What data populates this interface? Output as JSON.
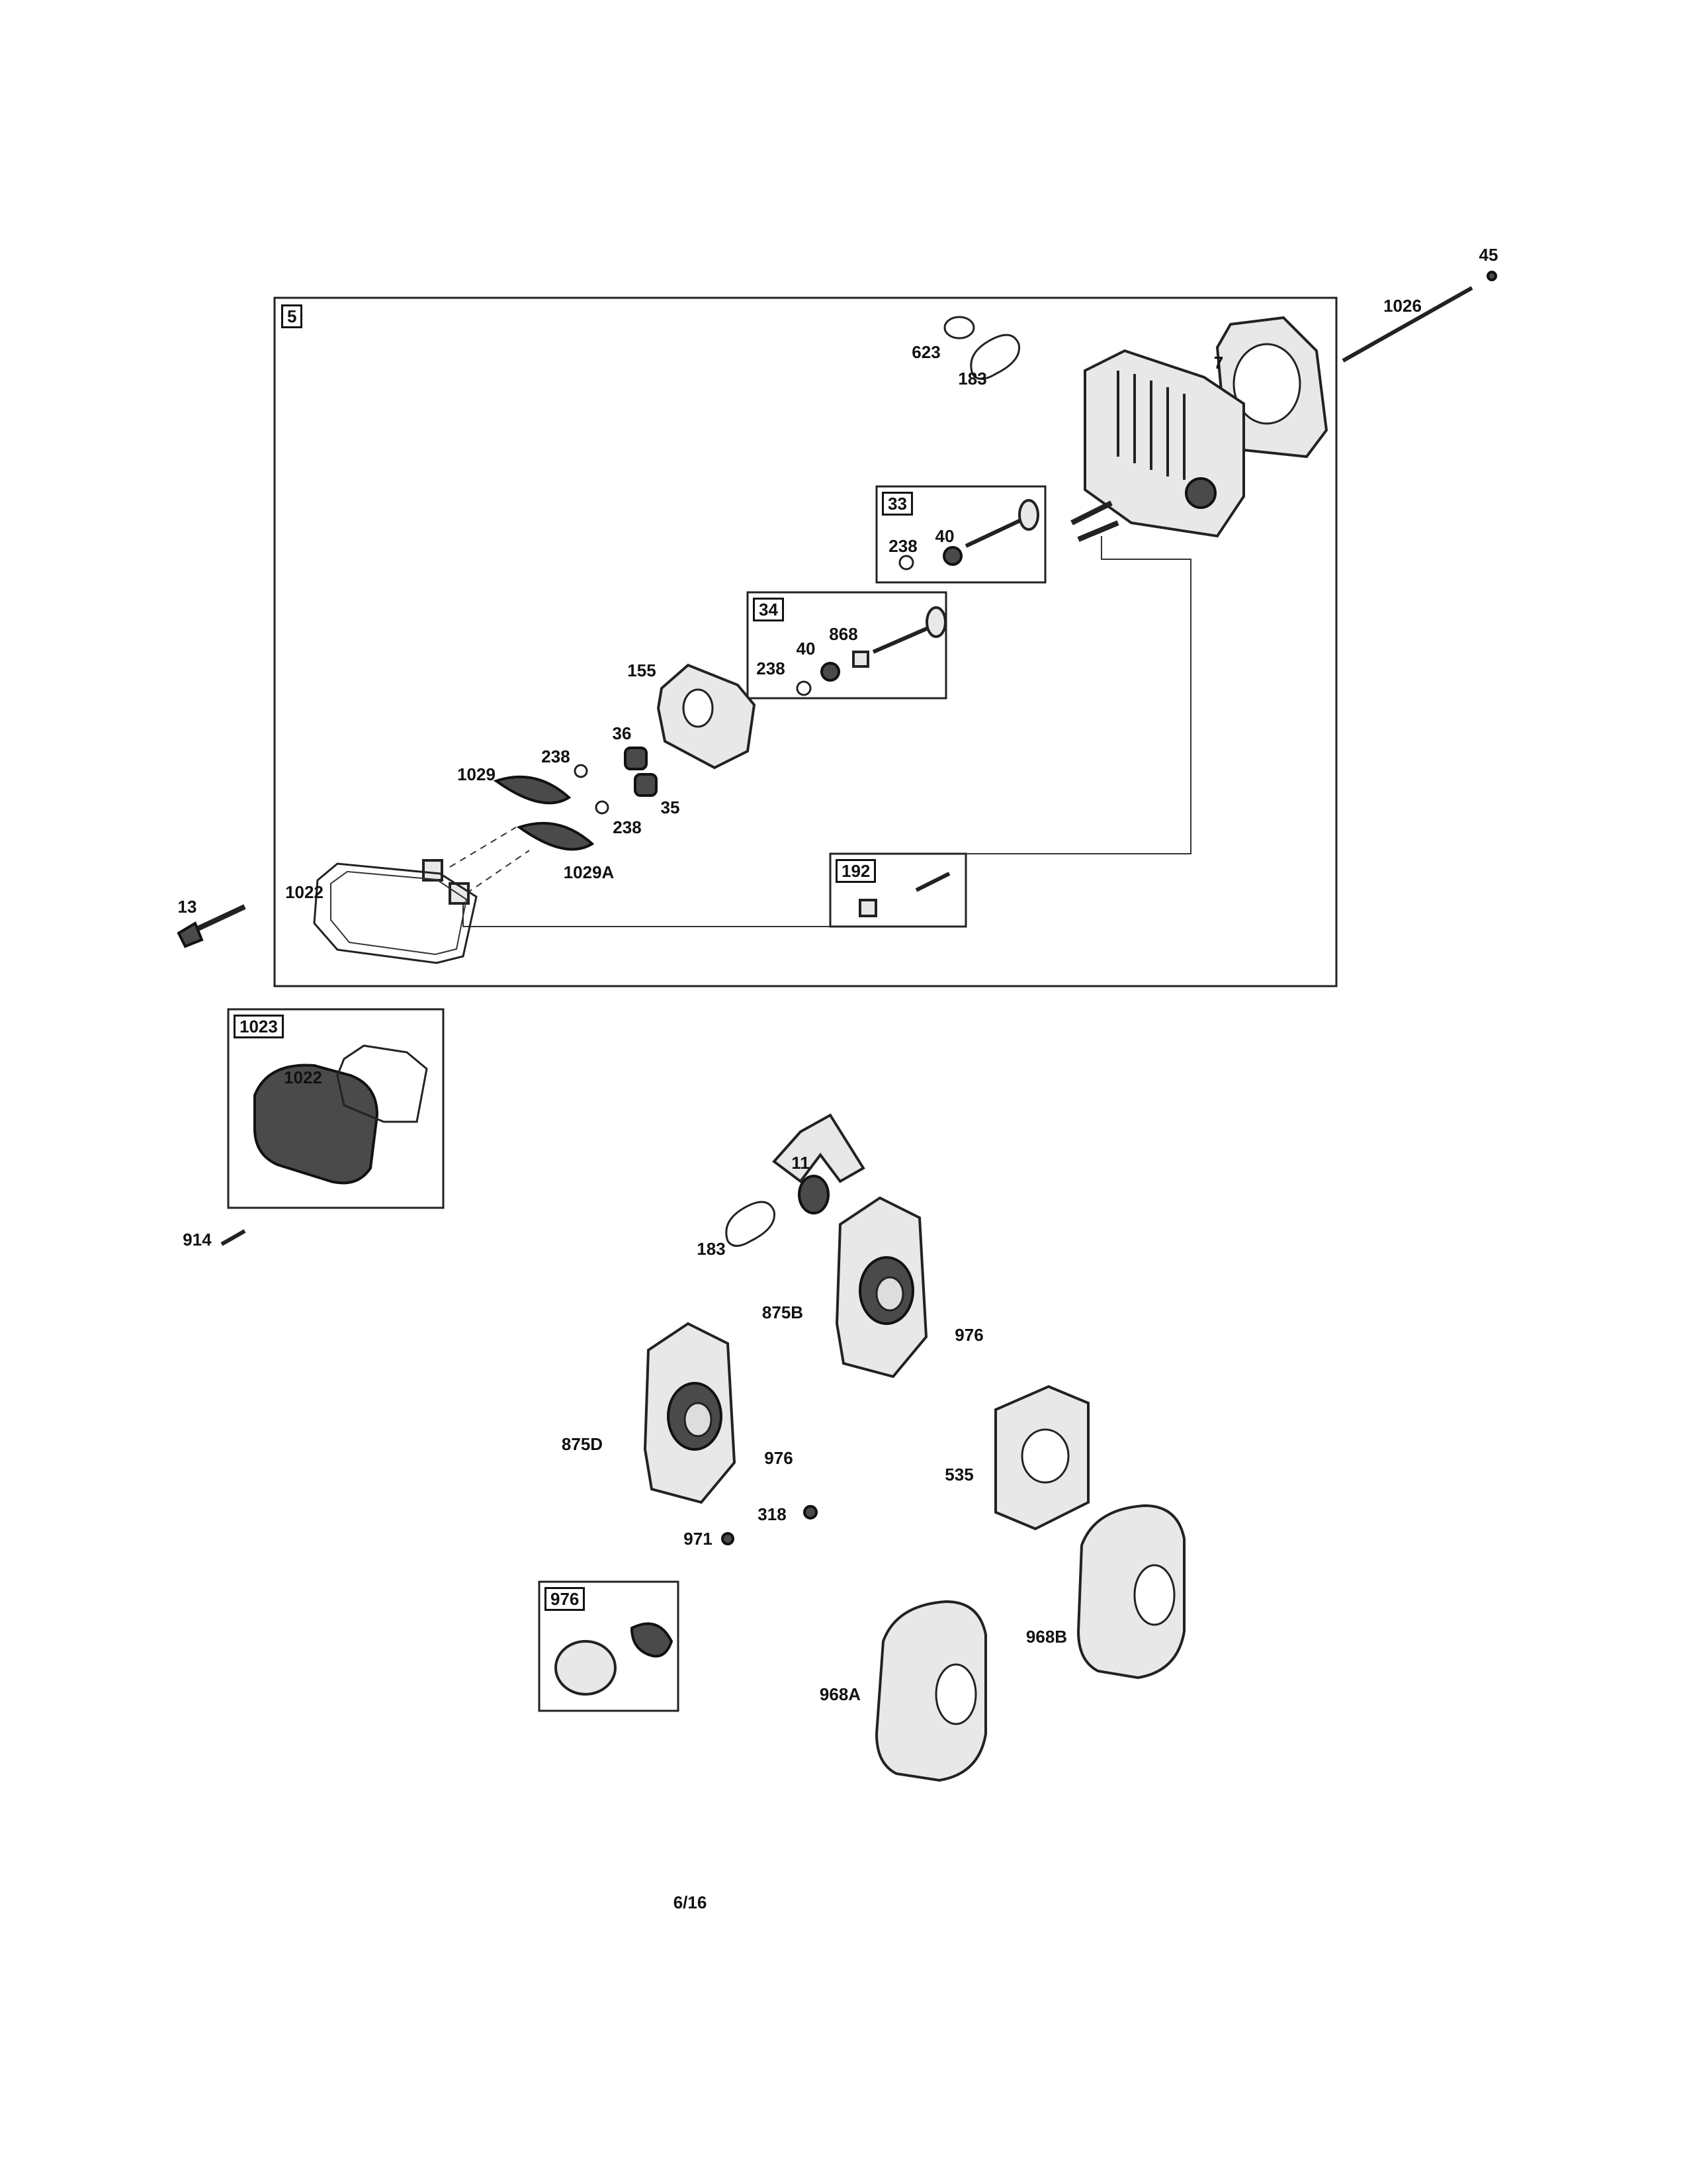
{
  "page_number": "6/16",
  "callouts": {
    "c45": "45",
    "c1026": "1026",
    "c623": "623",
    "c183a": "183",
    "c7": "7",
    "c238a": "238",
    "c40a": "40",
    "c868": "868",
    "c40b": "40",
    "c238b": "238",
    "c155": "155",
    "c36": "36",
    "c1029": "1029",
    "c238c": "238",
    "c35": "35",
    "c238d": "238",
    "c1029A": "1029A",
    "c13": "13",
    "c1022a": "1022",
    "c1022b": "1022",
    "c914": "914",
    "c11": "11",
    "c183b": "183",
    "c875B": "875B",
    "c976a": "976",
    "c875D": "875D",
    "c976b": "976",
    "c535": "535",
    "c318": "318",
    "c971": "971",
    "c968B": "968B",
    "c968A": "968A"
  },
  "kits": {
    "k5": "5",
    "k33": "33",
    "k34": "34",
    "k192": "192",
    "k1023": "1023",
    "k976": "976"
  }
}
